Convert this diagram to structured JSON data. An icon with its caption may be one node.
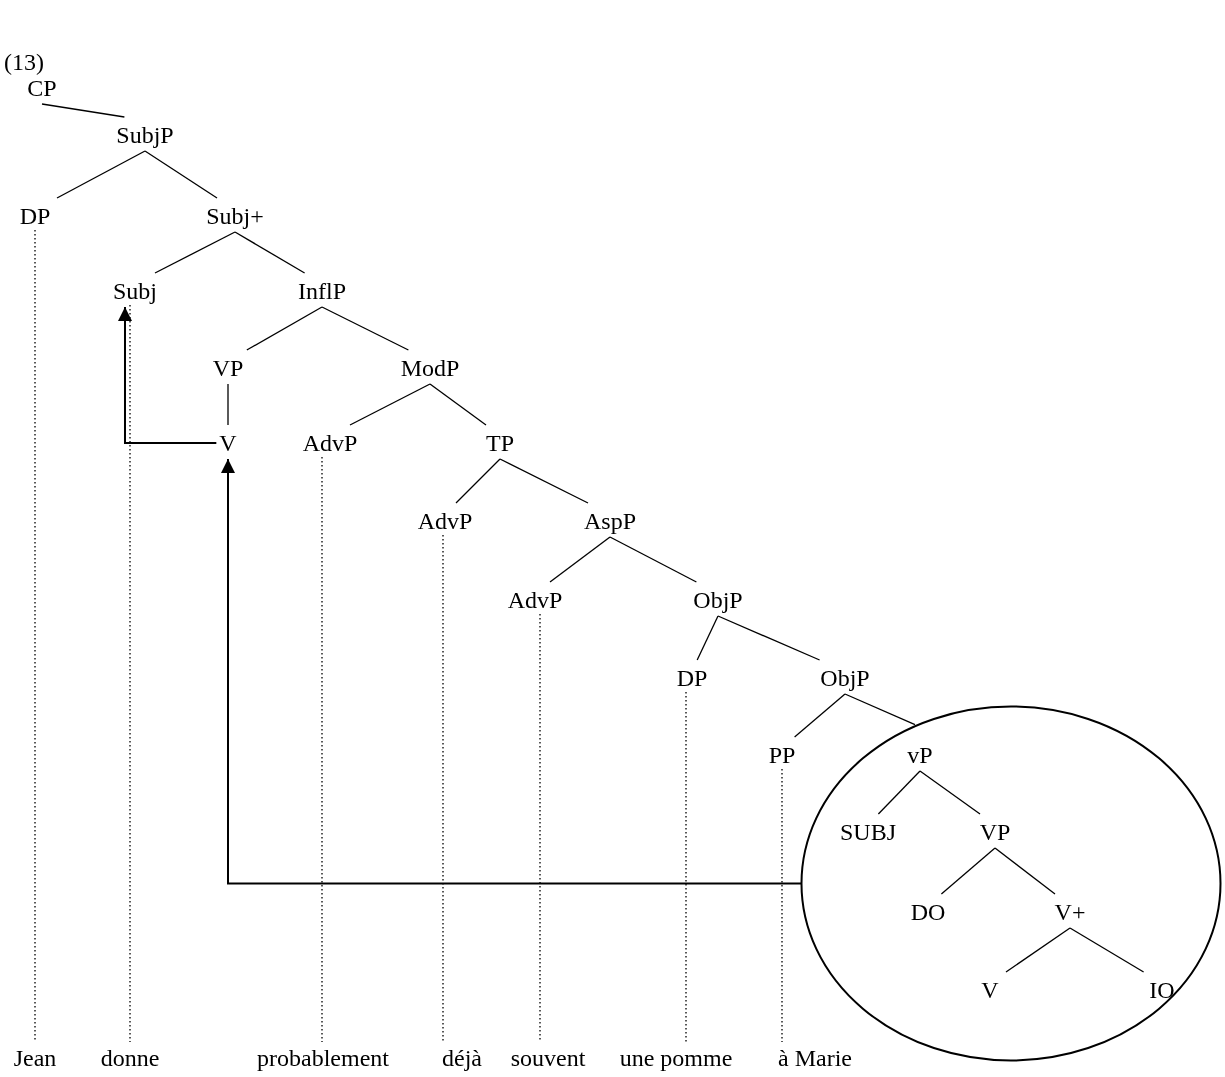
{
  "diagram": {
    "nodes": [
      {
        "text": [
          "CP"
        ]
      },
      {
        "text": [
          "SubjP"
        ]
      },
      {
        "text": [
          "DP"
        ]
      },
      {
        "text": [
          "Subj+"
        ]
      },
      {
        "text": [
          "Subj"
        ]
      },
      {
        "text": [
          "InflP"
        ]
      },
      {
        "text": [
          "VP"
        ]
      },
      {
        "text": [
          "ModP"
        ]
      },
      {
        "text": [
          "V"
        ]
      },
      {
        "text": [
          "AdvP"
        ]
      },
      {
        "text": [
          "TP"
        ]
      },
      {
        "text": [
          "AdvP"
        ]
      },
      {
        "text": [
          "AspP"
        ]
      },
      {
        "text": [
          "AdvP"
        ]
      },
      {
        "text": [
          "ObjP"
        ]
      },
      {
        "text": [
          "DP"
        ]
      },
      {
        "text": [
          "ObjP"
        ]
      },
      {
        "text": [
          "PP"
        ]
      },
      {
        "text": [],
        "shape": "circle"
      },
      {
        "text": [
          "vP"
        ],
        "in": 18
      },
      {
        "text": [
          "SUBJ"
        ],
        "in": 18
      },
      {
        "text": [
          "VP"
        ],
        "in": 18
      },
      {
        "text": [
          "DO"
        ],
        "in": 18
      },
      {
        "text": [
          "V+"
        ],
        "in": 18
      },
      {
        "text": [
          "V"
        ],
        "in": 18
      },
      {
        "text": [
          "IO"
        ],
        "in": 18
      },
      {
        "text": [
          "Jean"
        ]
      },
      {
        "text": [
          "donne"
        ]
      },
      {
        "text": [
          "probablement"
        ]
      },
      {
        "text": [
          "déjà"
        ]
      },
      {
        "text": [
          "souvent"
        ]
      },
      {
        "text": [
          "une pomme"
        ]
      },
      {
        "text": [
          "à Marie"
        ]
      }
    ],
    "edges": [
      {
        "from": 0,
        "to": 1,
        "arrow": "none"
      },
      {
        "from": 1,
        "to": 2,
        "arrow": "none"
      },
      {
        "from": 1,
        "to": 3,
        "arrow": "none"
      },
      {
        "from": 3,
        "to": 4,
        "arrow": "none"
      },
      {
        "from": 3,
        "to": 5,
        "arrow": "none"
      },
      {
        "from": 5,
        "to": 6,
        "arrow": "none"
      },
      {
        "from": 5,
        "to": 7,
        "arrow": "none"
      },
      {
        "from": 6,
        "to": 8,
        "arrow": "none"
      },
      {
        "from": 7,
        "to": 9,
        "arrow": "none"
      },
      {
        "from": 7,
        "to": 10,
        "arrow": "none"
      },
      {
        "from": 10,
        "to": 11,
        "arrow": "none"
      },
      {
        "from": 10,
        "to": 12,
        "arrow": "none"
      },
      {
        "from": 12,
        "to": 13,
        "arrow": "none"
      },
      {
        "from": 12,
        "to": 14,
        "arrow": "none"
      },
      {
        "from": 14,
        "to": 15,
        "arrow": "none"
      },
      {
        "from": 14,
        "to": 16,
        "arrow": "none"
      },
      {
        "from": 16,
        "to": 17,
        "arrow": "none"
      },
      {
        "from": 16,
        "to": 18,
        "arrow": "none"
      },
      {
        "from": 19,
        "to": 20,
        "arrow": "none"
      },
      {
        "from": 19,
        "to": 21,
        "arrow": "none"
      },
      {
        "from": 21,
        "to": 22,
        "arrow": "none"
      },
      {
        "from": 21,
        "to": 23,
        "arrow": "none"
      },
      {
        "from": 23,
        "to": 24,
        "arrow": "none"
      },
      {
        "from": 23,
        "to": 25,
        "arrow": "none"
      },
      {
        "from": 2,
        "to": 26,
        "arrow": "none",
        "style": "dashed"
      },
      {
        "from": 4,
        "to": 27,
        "arrow": "none",
        "style": "dashed"
      },
      {
        "from": 9,
        "to": 28,
        "arrow": "none",
        "style": "dashed"
      },
      {
        "from": 11,
        "to": 29,
        "arrow": "none",
        "style": "dashed"
      },
      {
        "from": 13,
        "to": 30,
        "arrow": "none",
        "style": "dashed"
      },
      {
        "from": 15,
        "to": 31,
        "arrow": "none",
        "style": "dashed"
      },
      {
        "from": 17,
        "to": 32,
        "arrow": "none",
        "style": "dashed"
      },
      {
        "from": 18,
        "to": 8,
        "arrow": "to"
      },
      {
        "from": 8,
        "to": 4,
        "arrow": "to"
      }
    ],
    "labels": [
      "(13)"
    ]
  }
}
